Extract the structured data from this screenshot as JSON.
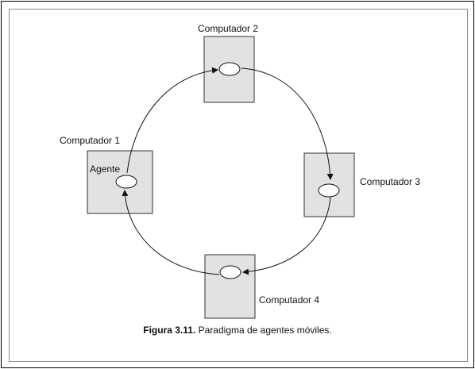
{
  "diagram": {
    "nodes": [
      {
        "id": "c1",
        "label": "Computador 1"
      },
      {
        "id": "c2",
        "label": "Computador 2"
      },
      {
        "id": "c3",
        "label": "Computador 3"
      },
      {
        "id": "c4",
        "label": "Computador 4"
      }
    ],
    "agent_label": "Agente",
    "edges": [
      {
        "from": "c1",
        "to": "c2"
      },
      {
        "from": "c2",
        "to": "c3"
      },
      {
        "from": "c3",
        "to": "c4"
      },
      {
        "from": "c4",
        "to": "c1"
      }
    ],
    "colors": {
      "box_fill": "#e2e2e2",
      "box_stroke": "#333333",
      "line": "#111111"
    }
  },
  "caption": {
    "prefix": "Figura 3.11.",
    "text": " Paradigma de agentes móviles."
  }
}
